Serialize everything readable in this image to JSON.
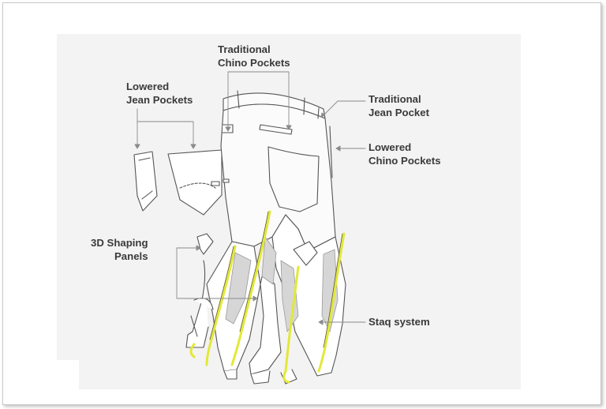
{
  "diagram": {
    "labels": {
      "traditional_chino": {
        "line1": "Traditional",
        "line2": "Chino Pockets"
      },
      "lowered_jean": {
        "line1": "Lowered",
        "line2": "Jean Pockets"
      },
      "traditional_jean": {
        "line1": "Traditional",
        "line2": "Jean Pocket"
      },
      "lowered_chino": {
        "line1": "Lowered",
        "line2": "Chino Pockets"
      },
      "shaping_panels": {
        "line1": "3D Shaping",
        "line2": "Panels"
      },
      "staq_system": {
        "line1": "Staq system"
      }
    },
    "colors": {
      "panel_background": "#f3f3f3",
      "label_text": "#3a3a3a",
      "line_art": "#555555",
      "staq_highlight": "#e3e838",
      "shaping_panel_fill": "#d6d6d6"
    }
  }
}
